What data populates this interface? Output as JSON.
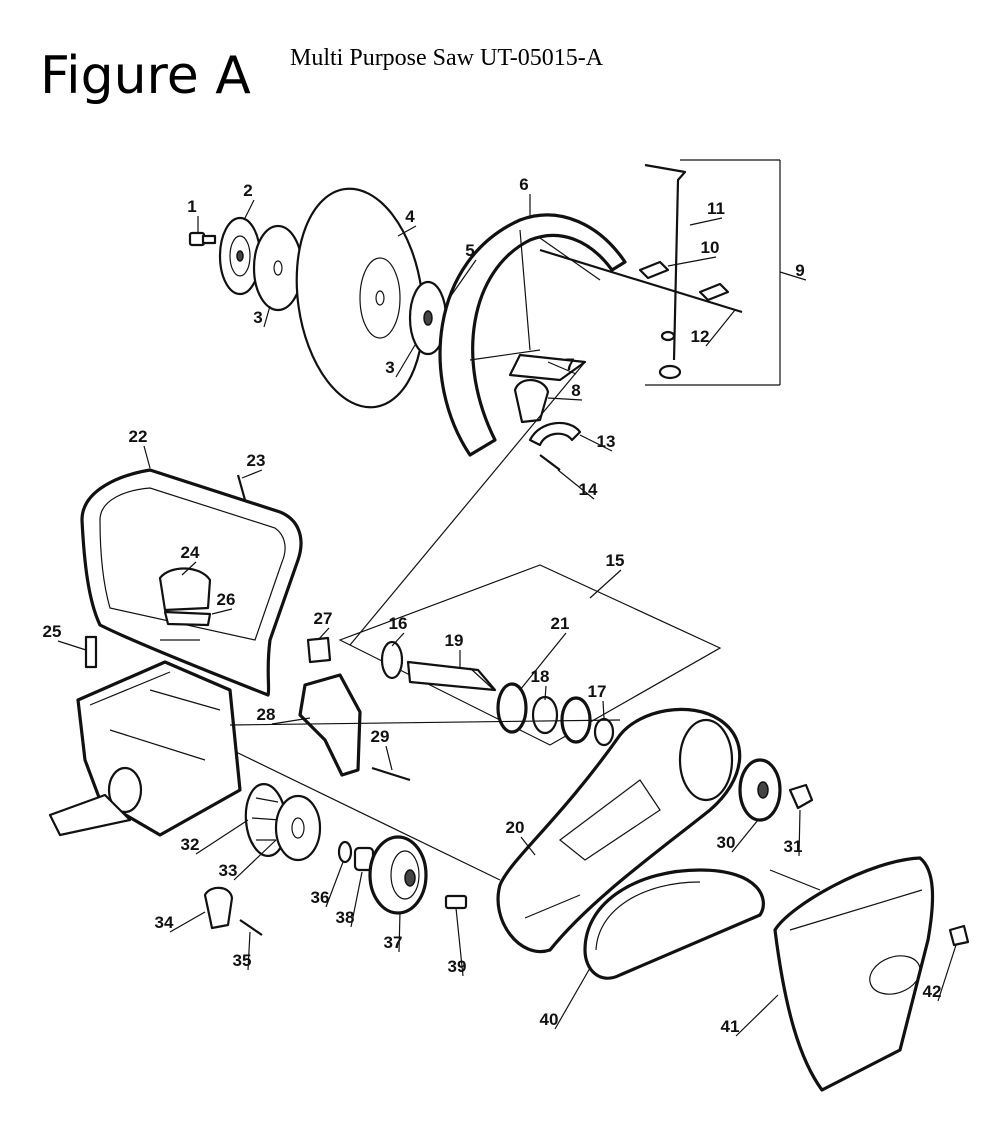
{
  "header": {
    "figure_label": "Figure A",
    "subtitle": "Multi Purpose Saw UT-05015-A"
  },
  "callouts": [
    "1",
    "2",
    "3",
    "4",
    "5",
    "6",
    "11",
    "10",
    "9",
    "12",
    "3",
    "7",
    "8",
    "13",
    "14",
    "22",
    "23",
    "24",
    "26",
    "25",
    "15",
    "27",
    "16",
    "19",
    "21",
    "18",
    "17",
    "28",
    "29",
    "32",
    "33",
    "30",
    "31",
    "20",
    "36",
    "38",
    "37",
    "39",
    "34",
    "35",
    "40",
    "41",
    "42"
  ],
  "colors": {
    "ink": "#111111",
    "paper": "#ffffff"
  }
}
